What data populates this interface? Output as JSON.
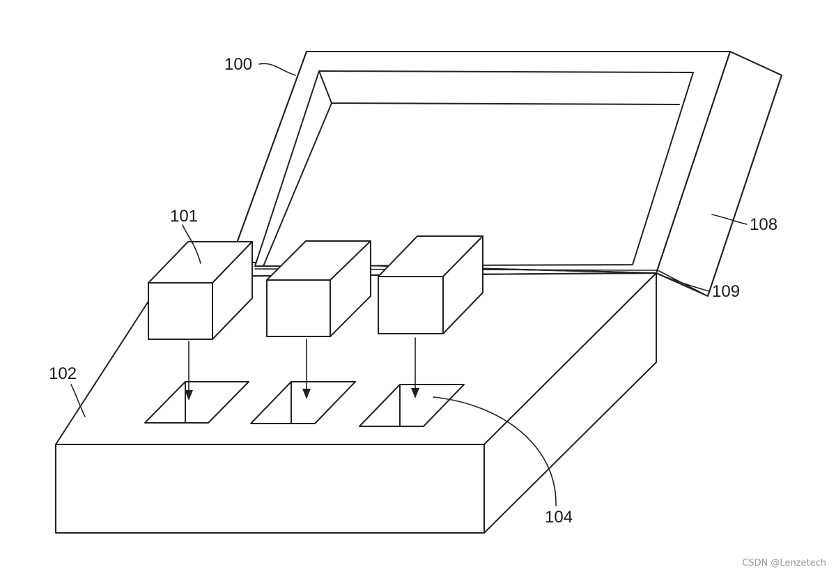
{
  "labels": {
    "lid": "100",
    "block_left": "101",
    "base": "102",
    "slot": "104",
    "lid_side": "108",
    "hinge": "109"
  },
  "watermark": "CSDN @Lenzetech",
  "colors": {
    "line": "#222222",
    "background": "#ffffff",
    "watermark": "#9a9a9a"
  }
}
